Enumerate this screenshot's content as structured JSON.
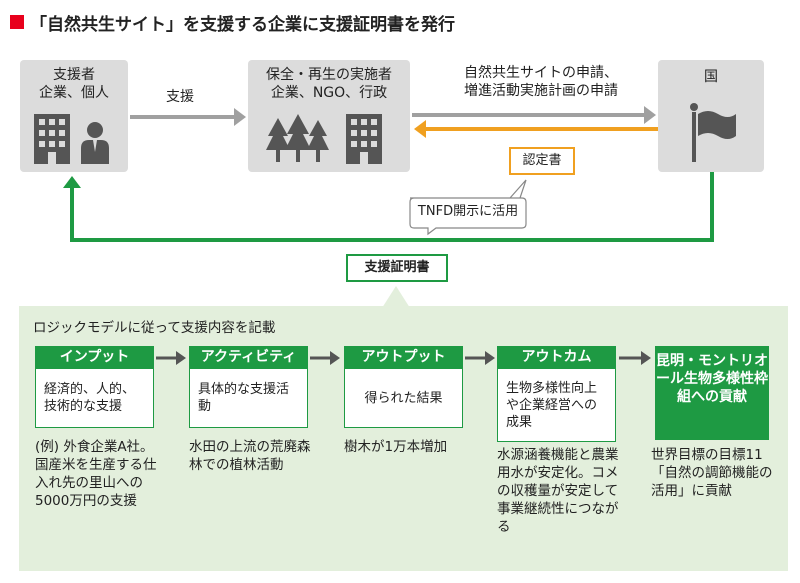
{
  "title": "「自然共生サイト」を支援する企業に支援証明書を発行",
  "colors": {
    "accent_red": "#e8001c",
    "green": "#1e9a43",
    "orange": "#f0a020",
    "gray_box": "#dcdcdc",
    "arrow_gray": "#a0a0a0",
    "panel": "#e3efdc"
  },
  "supporter": {
    "line1": "支援者",
    "line2": "企業、個人"
  },
  "support_label": "支援",
  "implementer": {
    "line1": "保全・再生の実施者",
    "line2": "企業、NGO、行政"
  },
  "application": {
    "line1": "自然共生サイトの申請、",
    "line2": "増進活動実施計画の申請"
  },
  "country": {
    "label": "国"
  },
  "certificate": "認定書",
  "tnfd": "TNFD開示に活用",
  "support_certificate": "支援証明書",
  "logic_title": "ロジックモデルに従って支援内容を記載",
  "steps": [
    {
      "head": "インプット",
      "box": "経済的、人的、技術的な支援",
      "desc": "(例) 外食企業A社。国産米を生産する仕入れ先の里山への5000万円の支援"
    },
    {
      "head": "アクティビティ",
      "box": "具体的な支援活動",
      "desc": "水田の上流の荒廃森林での植林活動"
    },
    {
      "head": "アウトプット",
      "box": "得られた結果",
      "desc": "樹木が1万本増加"
    },
    {
      "head": "アウトカム",
      "box": "生物多様性向上や企業経営への成果",
      "desc": "水源涵養機能と農業用水が安定化。コメの収穫量が安定して事業継続性につながる"
    }
  ],
  "final": {
    "text": "昆明・モントリオール生物多様性枠組への貢献",
    "desc": "世界目標の目標11「自然の調節機能の活用」に貢献"
  }
}
